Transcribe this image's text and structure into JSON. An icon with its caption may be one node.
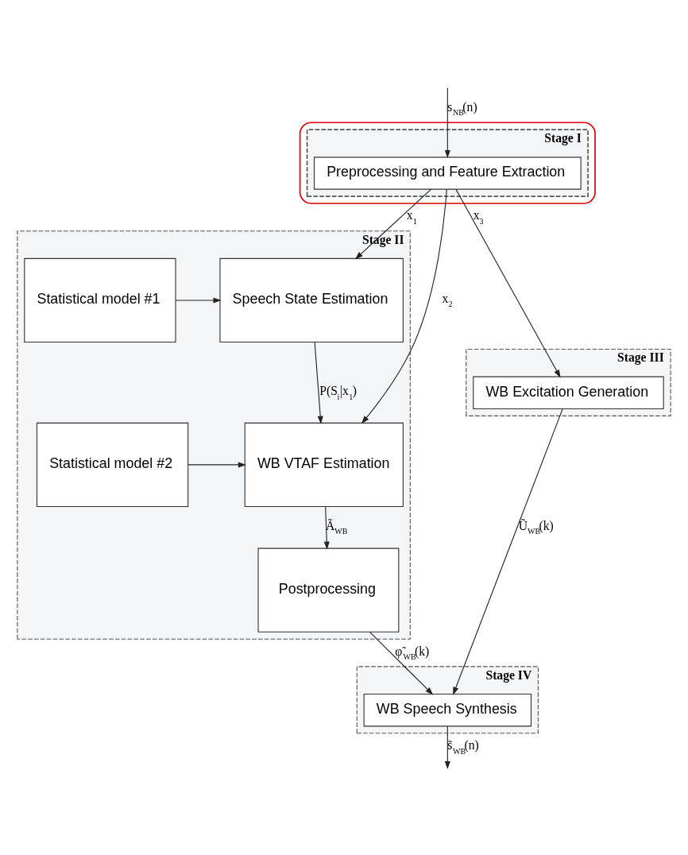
{
  "diagram": {
    "nodes": [
      {
        "text": [],
        "shape": "box"
      },
      {
        "text": [
          "Stage I"
        ],
        "in": 0
      },
      {
        "text": [
          "Preprocessing and Feature Extraction"
        ],
        "in": 1
      },
      {
        "text": [
          "Stage III"
        ]
      },
      {
        "text": [
          "WB Excitation Generation"
        ],
        "in": 3
      },
      {
        "text": [
          "Stage II"
        ]
      },
      {
        "text": [
          "Speech State Estimation"
        ],
        "in": 5
      },
      {
        "text": [
          "Statistical model #1"
        ],
        "in": 5
      },
      {
        "text": [
          "WB VTAF Estimation"
        ],
        "in": 5
      },
      {
        "text": [
          "Statistical model #2"
        ],
        "in": 5
      },
      {
        "text": [
          "Postprocessing"
        ],
        "in": 5
      },
      {
        "text": [
          "Stage IV"
        ]
      },
      {
        "text": [
          "WB Speech Synthesis"
        ],
        "in": 11
      }
    ],
    "edges": [
      {
        "from": null,
        "to": 2,
        "arrow": "to",
        "label": "s$_{NB}$(n)"
      },
      {
        "from": 2,
        "to": 4,
        "arrow": "to",
        "label": "x$_{3}$"
      },
      {
        "from": 2,
        "to": 8,
        "arrow": "to",
        "label": "x$_{2}$"
      },
      {
        "from": 2,
        "to": 6,
        "arrow": "to",
        "label": "x$_{1}$"
      },
      {
        "from": 7,
        "to": 6,
        "arrow": "to"
      },
      {
        "from": 6,
        "to": 8,
        "arrow": "to",
        "label": "P(S$_{i}$|x$_{1}$)"
      },
      {
        "from": 9,
        "to": 8,
        "arrow": "to"
      },
      {
        "from": 8,
        "to": 10,
        "arrow": "to",
        "label": "Ã$_{WB}$"
      },
      {
        "from": 4,
        "to": 12,
        "arrow": "to",
        "label": "Ũ$_{WB}$(k)"
      },
      {
        "from": 10,
        "to": 12,
        "arrow": "to",
        "label": "φ̃$_{WB}$(k)"
      },
      {
        "from": 12,
        "to": null,
        "arrow": "to",
        "label": "s̃$_{WB}$(n)"
      }
    ]
  }
}
